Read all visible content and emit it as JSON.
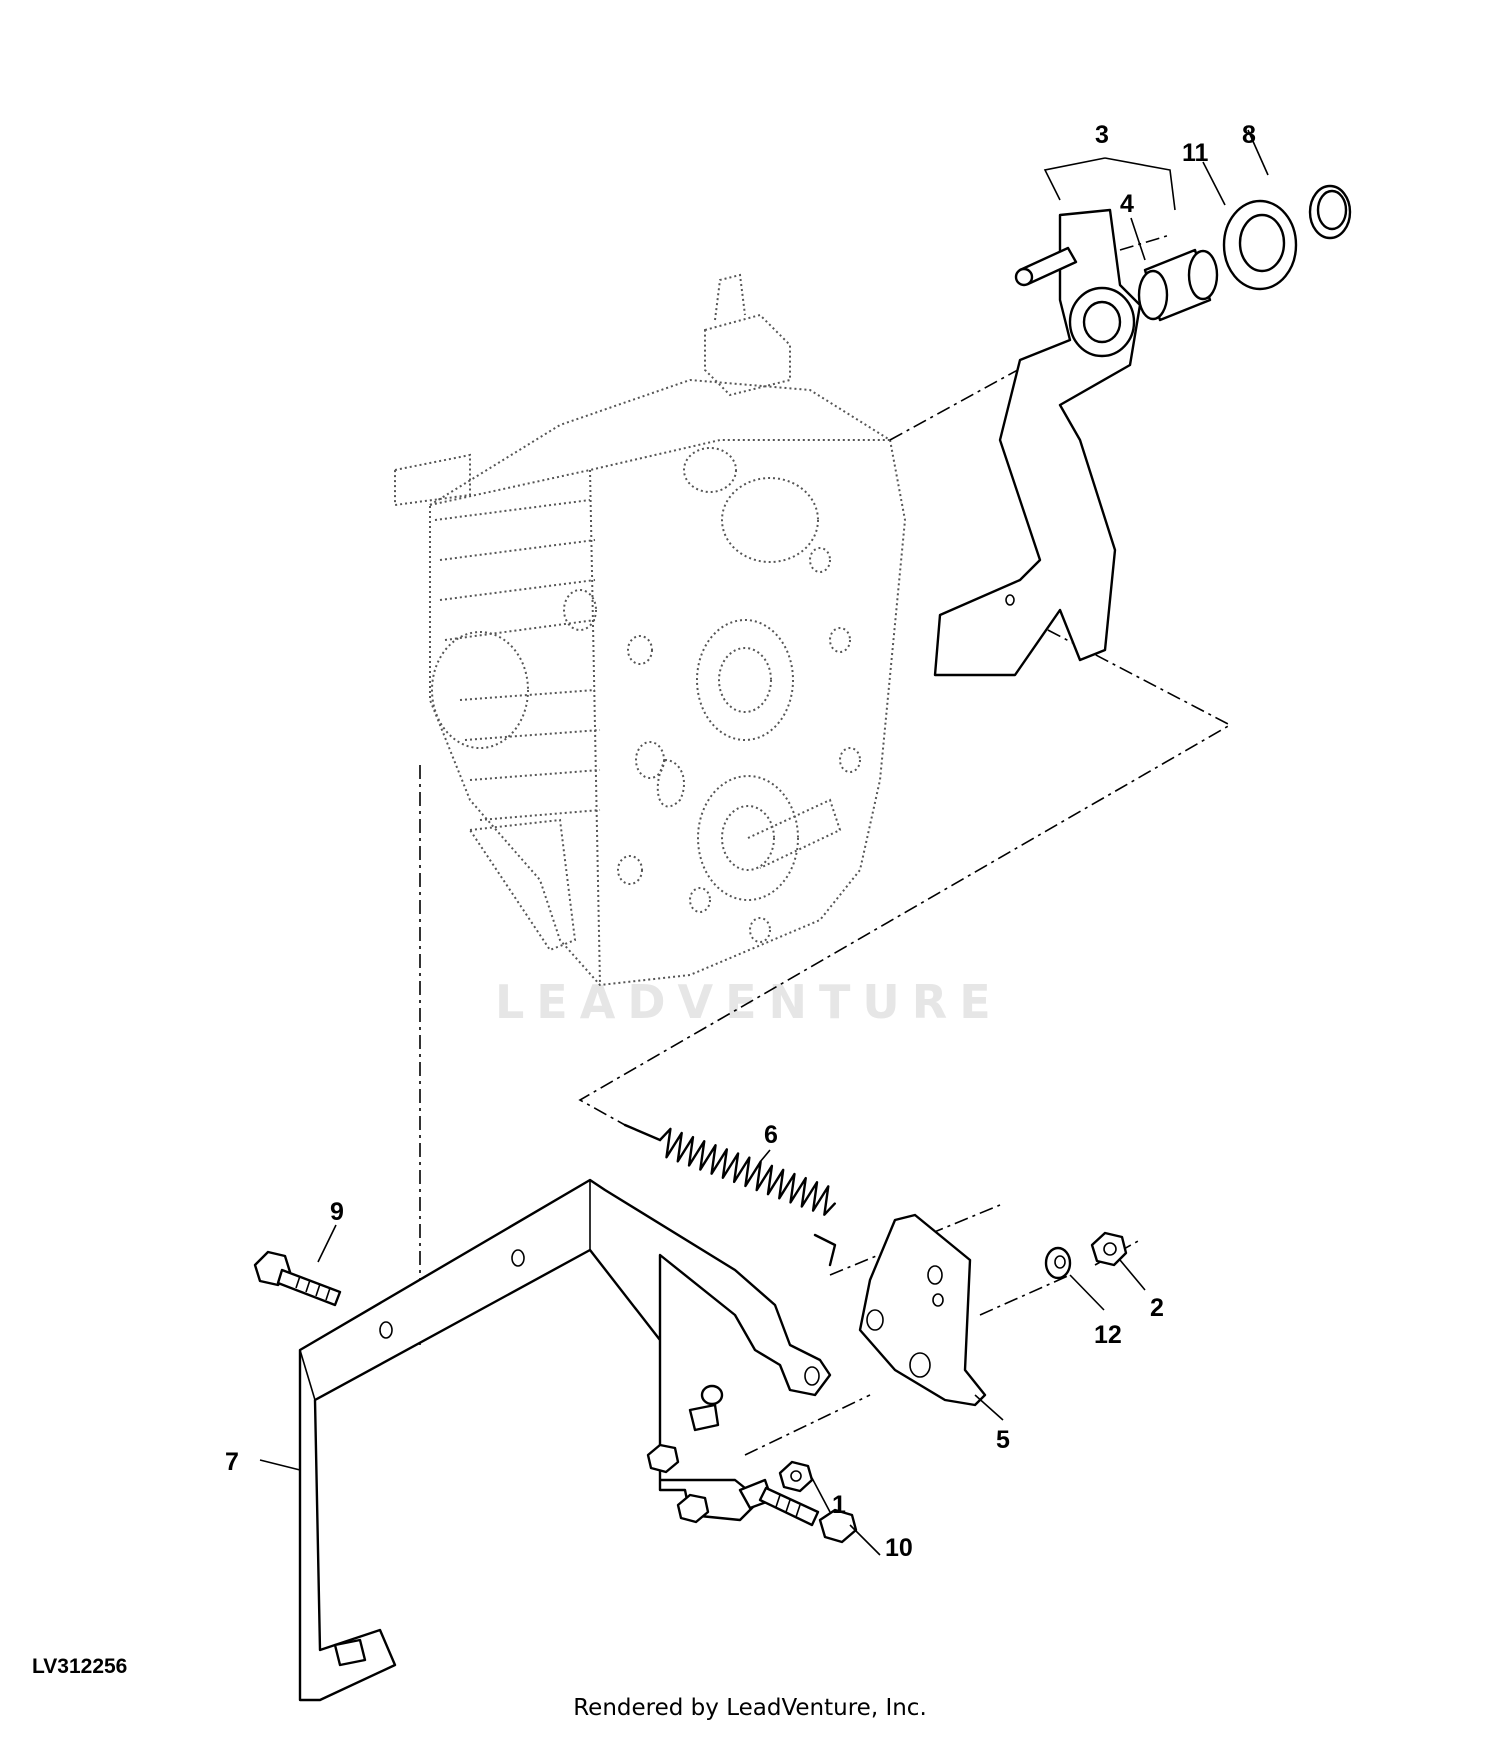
{
  "figure_id": "LV312256",
  "credit": "Rendered by LeadVenture, Inc.",
  "watermark": "LEADVENTURE",
  "callouts": {
    "c1": "1",
    "c2": "2",
    "c3": "3",
    "c4": "4",
    "c5": "5",
    "c6": "6",
    "c7": "7",
    "c8": "8",
    "c9": "9",
    "c10": "10",
    "c11": "11",
    "c12": "12"
  }
}
